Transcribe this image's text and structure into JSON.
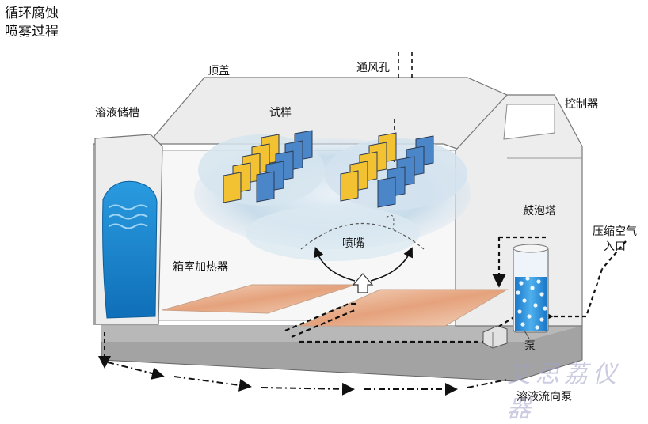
{
  "title": {
    "line1": "循环腐蚀",
    "line2": "喷雾过程"
  },
  "labels": {
    "top_cover": "顶盖",
    "vent_hole": "通风孔",
    "controller": "控制器",
    "solution_tank": "溶液储槽",
    "samples": "试样",
    "bubble_tower": "鼓泡塔",
    "compressed_air_line1": "压缩空气",
    "compressed_air_line2": "入口",
    "nozzle": "喷嘴",
    "chamber_heater": "箱室加热器",
    "pump": "泵",
    "solution_flow_pump": "溶液流向泵"
  },
  "watermark": "艾思荔仪器",
  "colors": {
    "sample_yellow": "#f2c232",
    "sample_blue": "#4a86c8",
    "water": "#1e8fd6",
    "heater": "#e9b08f",
    "mist": "#c8dcea",
    "base": "#a0a0a0"
  }
}
